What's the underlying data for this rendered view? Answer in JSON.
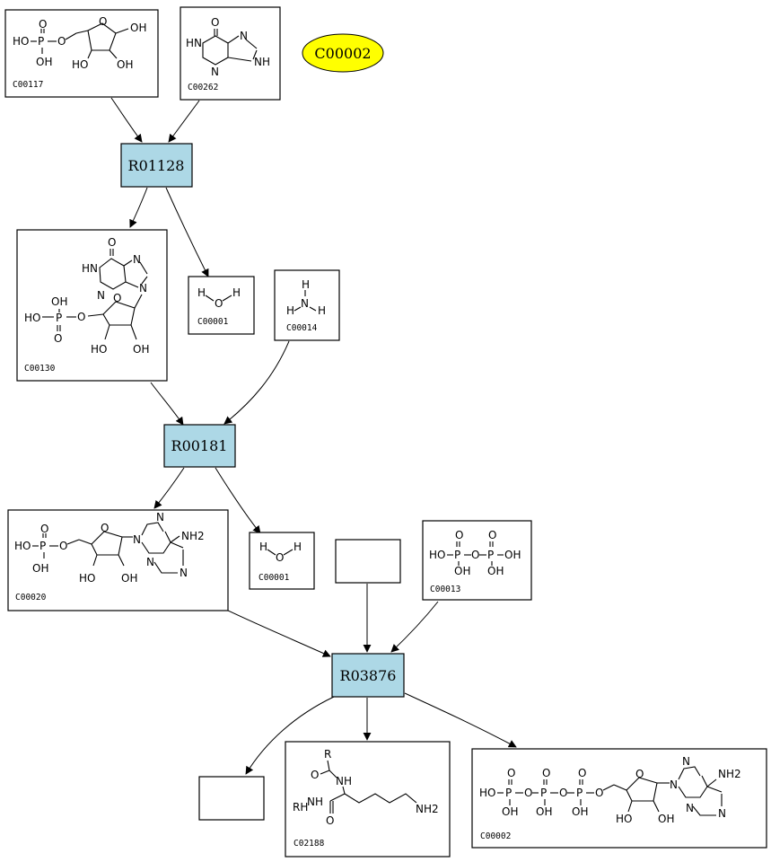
{
  "colors": {
    "reaction_fill": "#add8e6",
    "highlight_fill": "#ffff00",
    "stroke": "#000000"
  },
  "highlight": {
    "label": "C00002"
  },
  "reactions": {
    "r1": {
      "label": "R01128"
    },
    "r2": {
      "label": "R00181"
    },
    "r3": {
      "label": "R03876"
    }
  },
  "compounds": {
    "c00117": {
      "id": "C00117"
    },
    "c00262": {
      "id": "C00262"
    },
    "c00130": {
      "id": "C00130"
    },
    "c00001a": {
      "id": "C00001"
    },
    "c00014": {
      "id": "C00014"
    },
    "c00020": {
      "id": "C00020"
    },
    "c00001b": {
      "id": "C00001"
    },
    "c00013": {
      "id": "C00013"
    },
    "c02188": {
      "id": "C02188"
    },
    "c00002": {
      "id": "C00002"
    }
  },
  "atoms": {
    "HO": "HO",
    "OH": "OH",
    "O": "O",
    "P": "P",
    "N": "N",
    "H": "H",
    "HN": "HN",
    "NH": "NH",
    "NH2": "NH2",
    "R": "R",
    "RH": "RH"
  }
}
